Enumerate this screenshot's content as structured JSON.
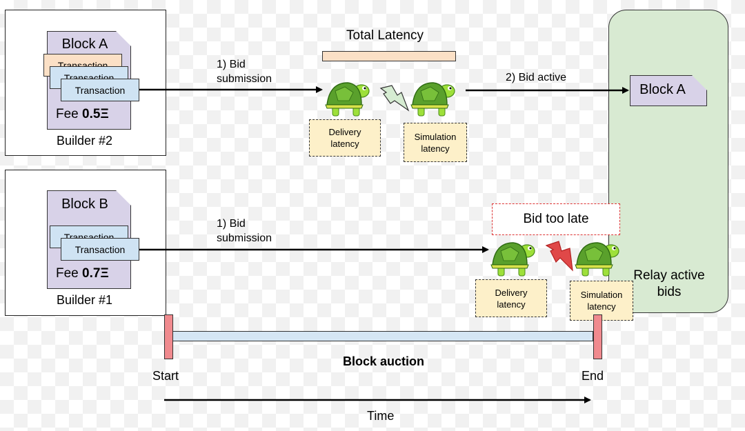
{
  "builders": [
    {
      "block_title": "Block A",
      "transactions": [
        "Transaction",
        "Transaction",
        "Transaction"
      ],
      "fee_prefix": "Fee",
      "fee_value": "0.5Ξ",
      "label": "Builder #2",
      "submission_label": "1)  Bid\nsubmission"
    },
    {
      "block_title": "Block B",
      "transactions": [
        "Transaction",
        "Transaction"
      ],
      "fee_prefix": "Fee",
      "fee_value": "0.7Ξ",
      "label": "Builder #1",
      "submission_label": "1)  Bid\nsubmission"
    }
  ],
  "total_latency": "Total Latency",
  "bid_active_label": "2) Bid active",
  "relay_block": "Block A",
  "relay_label": "Relay active\nbids",
  "bid_too_late": "Bid too late",
  "notes": {
    "delivery": "Delivery\nlatency",
    "simulation": "Simulation\nlatency"
  },
  "timeline": {
    "title": "Block auction",
    "start": "Start",
    "end": "End",
    "axis": "Time"
  },
  "colors": {
    "block_fill": "#d8d2e8",
    "tx_orange": "#fbe0c6",
    "tx_blue": "#cfe3f3",
    "note_fill": "#fdf0c9",
    "relay_fill": "#d8ead2",
    "marker_fill": "#f08a8e",
    "lightning_green": "#d6ecd2",
    "lightning_red": "#e04848",
    "turtle_shell": "#5aa02c",
    "turtle_body": "#9ee03a"
  },
  "icons": [
    "turtle-icon",
    "lightning-icon",
    "arrow-icon"
  ]
}
